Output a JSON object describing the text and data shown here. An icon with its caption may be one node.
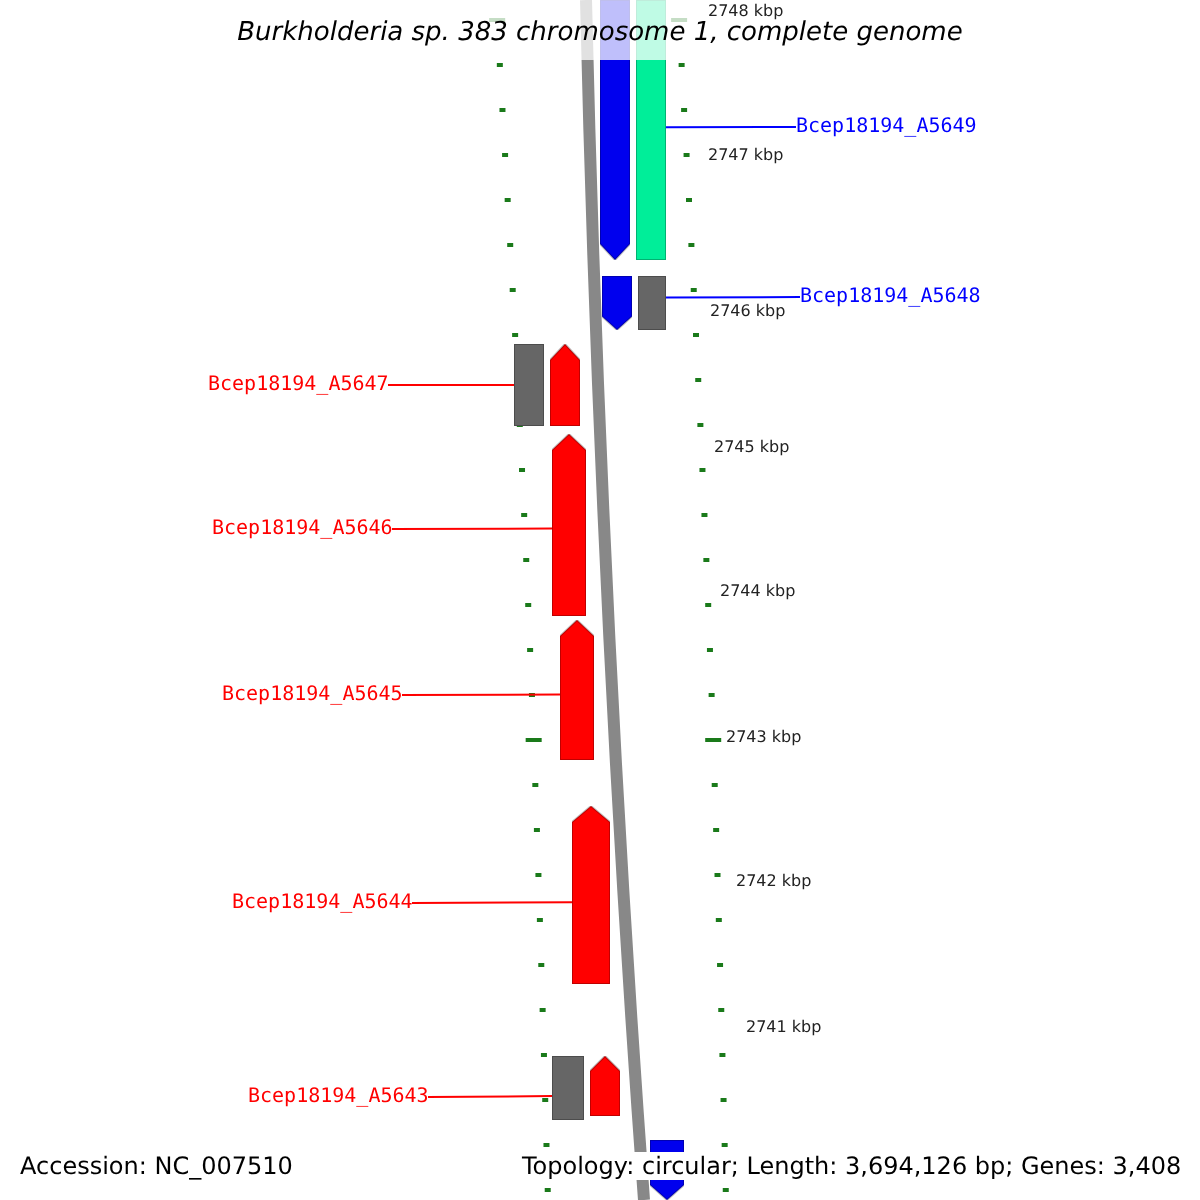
{
  "diagram": {
    "title": "Burkholderia sp. 383 chromosome 1, complete genome",
    "nodes": [
      {
        "text": [
          "Bcep18194_A5649"
        ]
      },
      {
        "text": [
          "Bcep18194_A5648"
        ]
      },
      {
        "text": [
          "Bcep18194_A5647"
        ]
      },
      {
        "text": [
          "Bcep18194_A5646"
        ]
      },
      {
        "text": [
          "Bcep18194_A5645"
        ]
      },
      {
        "text": [
          "Bcep18194_A5644"
        ]
      },
      {
        "text": [
          "Bcep18194_A5643"
        ]
      },
      {
        "text": [],
        "shape": "bar"
      },
      {
        "text": [],
        "shape": "bar"
      },
      {
        "text": [],
        "shape": "bar"
      },
      {
        "text": [],
        "shape": "bar"
      },
      {
        "text": [],
        "shape": "bar"
      },
      {
        "text": [],
        "shape": "bar"
      },
      {
        "text": [],
        "shape": "bar"
      },
      {
        "text": [],
        "shape": "bar"
      },
      {
        "text": [],
        "shape": "bar"
      },
      {
        "text": [],
        "shape": "bar"
      },
      {
        "text": [],
        "shape": "bar"
      },
      {
        "text": [],
        "shape": "bar"
      }
    ],
    "edges": [
      {
        "from": 0,
        "to": 8,
        "arrow": "none",
        "color": "#0000ff"
      },
      {
        "from": 1,
        "to": 10,
        "arrow": "none",
        "color": "#0000ff"
      },
      {
        "from": 2,
        "to": 11,
        "arrow": "none"
      },
      {
        "from": 3,
        "to": 13,
        "arrow": "none"
      },
      {
        "from": 4,
        "to": 14,
        "arrow": "none"
      },
      {
        "from": 5,
        "to": 15,
        "arrow": "none"
      },
      {
        "from": 6,
        "to": 16,
        "arrow": "none"
      }
    ],
    "labels": [
      "2748 kbp",
      "2747 kbp",
      "2746 kbp",
      "2745 kbp",
      "2744 kbp",
      "2743 kbp",
      "2742 kbp",
      "2741 kbp",
      "Accession: NC_007510",
      "Topology: circular; Length: 3,694,126 bp; Genes: 3,408"
    ]
  }
}
